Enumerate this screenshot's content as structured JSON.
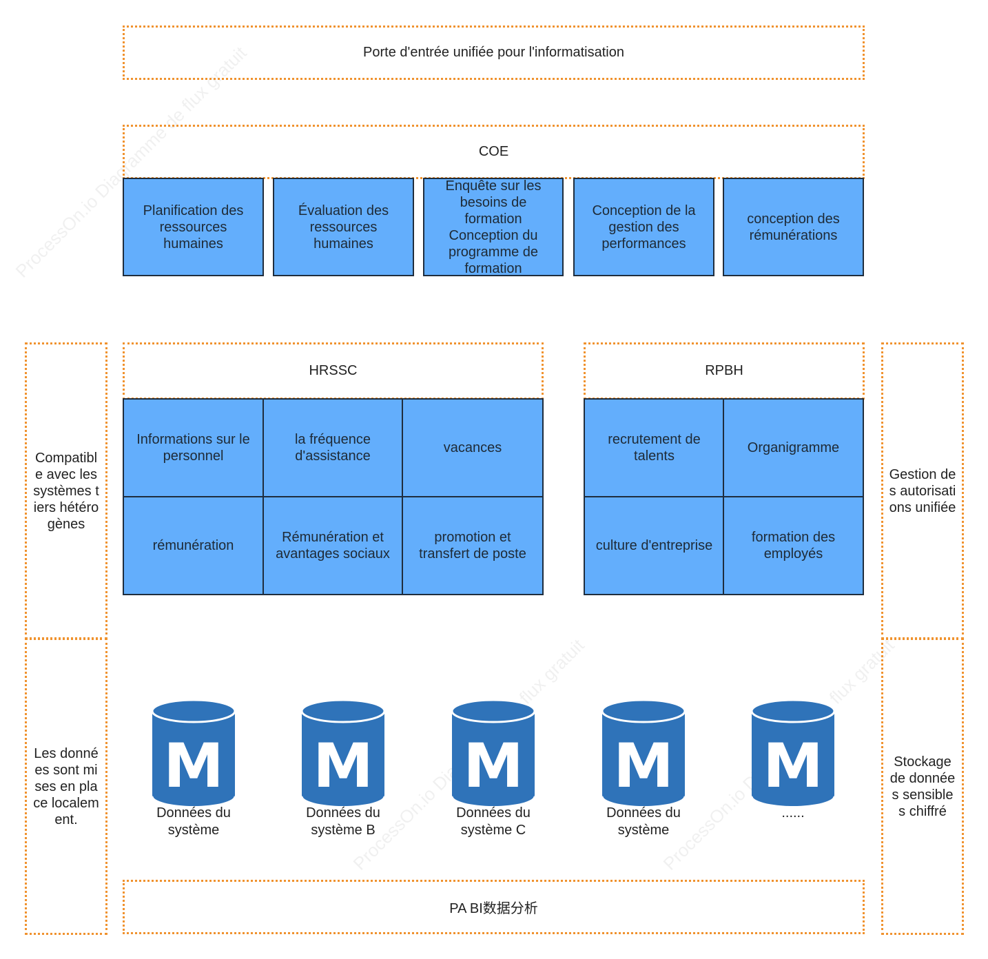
{
  "top_bar": {
    "label": "Porte d'entrée unifiée pour l'informatisation"
  },
  "coe": {
    "title": "COE",
    "items": [
      "Planification des ressources humaines",
      "Évaluation des ressources humaines",
      "Enquête sur les besoins de formation Conception du programme de formation",
      "Conception de la gestion des performances",
      "conception des rémunérations"
    ]
  },
  "hrssc": {
    "title": "HRSSC",
    "items": [
      "Informations sur le personnel",
      "la fréquence d'assistance",
      "vacances",
      "rémunération",
      "Rémunération et avantages sociaux",
      "promotion et transfert de poste"
    ]
  },
  "rpbh": {
    "title": "RPBH",
    "items": [
      "recrutement de talents",
      "Organigramme",
      "culture d'entreprise",
      "formation des employés"
    ]
  },
  "left_side": {
    "top": "Compatible avec les systèmes tiers hétérogènes",
    "bottom": "Les données sont mises en place localement."
  },
  "right_side": {
    "top": "Gestion des autorisations unifiée",
    "bottom": "Stockage de données sensibles chiffré"
  },
  "databases": {
    "icon_letter": "M",
    "items": [
      "Données du système",
      "Données du système B",
      "Données du système C",
      "Données du système",
      "......"
    ]
  },
  "bottom_bar": {
    "label": "PA BI数据分析"
  },
  "watermark": "ProcessOn.io Diagramme de flux gratuit",
  "colors": {
    "box_blue": "#63aefc",
    "border_orange": "#f0922e",
    "db_blue": "#2f73b9"
  }
}
